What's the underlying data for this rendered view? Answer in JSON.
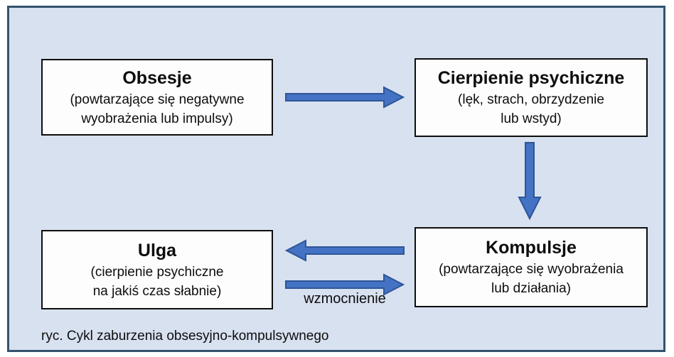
{
  "diagram": {
    "caption": "ryc. Cykl zaburzenia obsesyjno-kompulsywnego",
    "arrow_label": "wzmocnienie",
    "boxes": [
      {
        "id": "obsesje",
        "title": "Obsesje",
        "desc_line1": "(powtarzające się negatywne",
        "desc_line2": "wyobrażenia lub impulsy)"
      },
      {
        "id": "cierpienie-psychiczne",
        "title": "Cierpienie psychiczne",
        "desc_line1": "(lęk, strach, obrzydzenie",
        "desc_line2": "lub wstyd)"
      },
      {
        "id": "ulga",
        "title": "Ulga",
        "desc_line1": "(cierpienie psychiczne",
        "desc_line2": "na jakiś czas słabnie)"
      },
      {
        "id": "kompulsje",
        "title": "Kompulsje",
        "desc_line1": "(powtarzające się wyobrażenia",
        "desc_line2": "lub działania)"
      }
    ],
    "colors": {
      "background": "#d8e1f0",
      "frame_border": "#33536e",
      "box_fill": "#fdfdfd",
      "box_border": "#0d0d0d",
      "arrow_fill": "#4472c4",
      "arrow_stroke": "#2f5597",
      "text": "#0d0d0d"
    }
  }
}
